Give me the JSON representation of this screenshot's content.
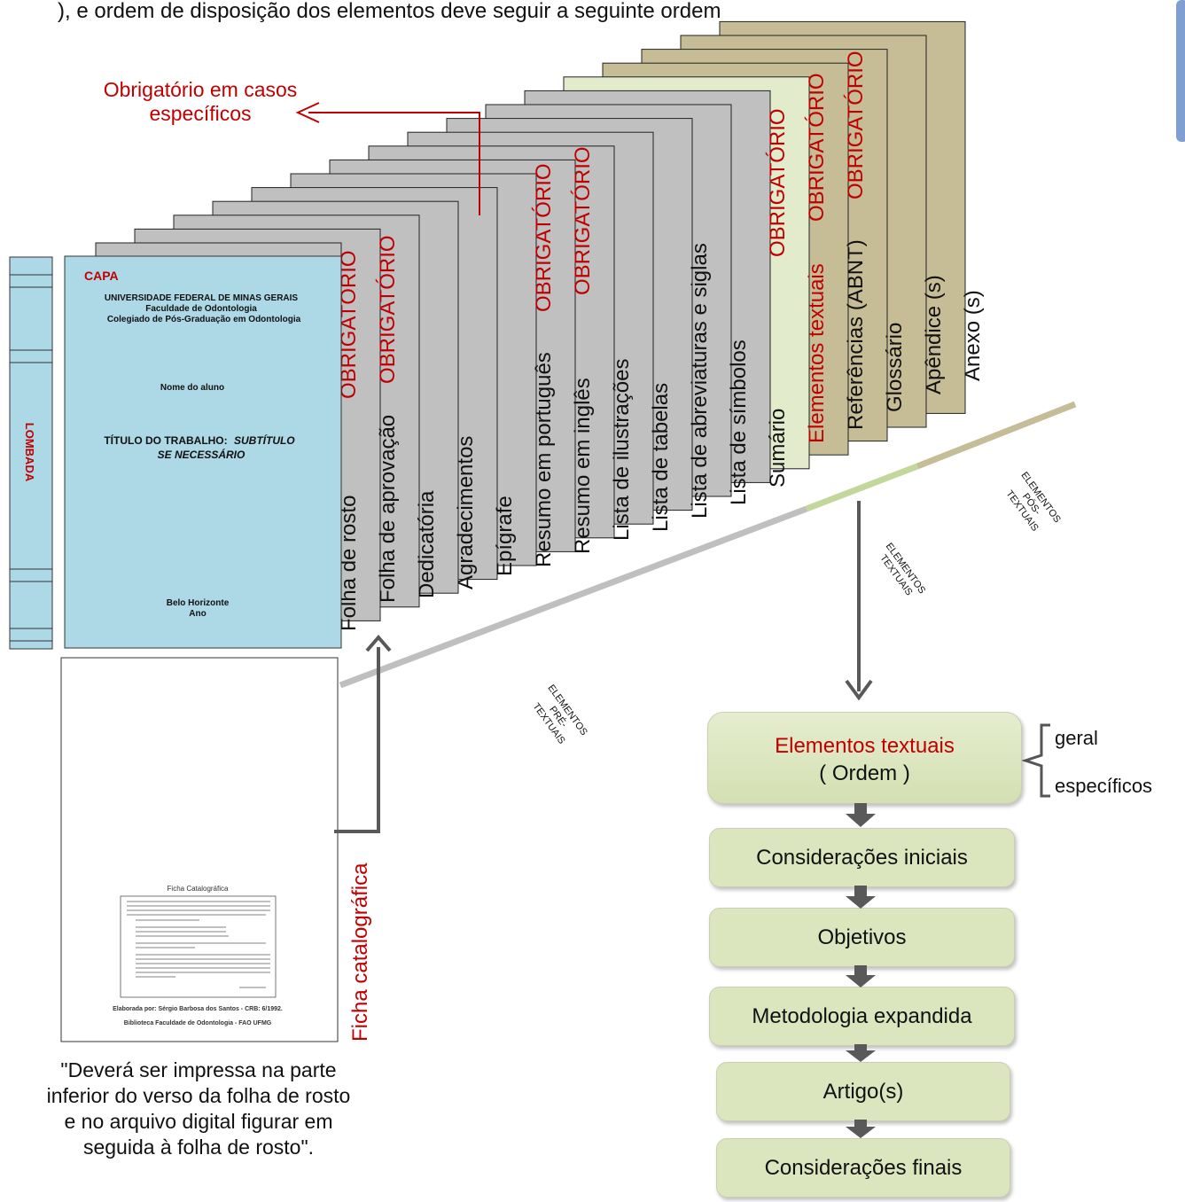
{
  "top_caption_fragment": "), e ordem de disposição dos elementos deve seguir a seguinte ordem",
  "annotation_specific": [
    "Obrigatório em casos",
    "específicos"
  ],
  "obrigatorio": "OBRIGATÓRIO",
  "spine_label": "LOMBADA",
  "cover": {
    "title": "CAPA",
    "university": "UNIVERSIDADE FEDERAL DE MINAS GERAIS",
    "faculty": "Faculdade de Odontologia",
    "program": "Colegiado de  Pós-Graduação em Odontologia",
    "student": "Nome do aluno",
    "work_title": "TÍTULO DO TRABALHO:",
    "subtitle_1": "SUBTÍTULO",
    "subtitle_2": "SE NECESSÁRIO",
    "city": "Belo Horizonte",
    "year": "Ano"
  },
  "pages": [
    {
      "label": "Folha de rosto",
      "obrigatorio": true
    },
    {
      "label": "Folha de aprovação",
      "obrigatorio": true
    },
    {
      "label": "Dedicatória",
      "obrigatorio": false
    },
    {
      "label": "Agradecimentos",
      "obrigatorio": false
    },
    {
      "label": "Epígrafe",
      "obrigatorio": false
    },
    {
      "label": "Resumo em português",
      "obrigatorio": true
    },
    {
      "label": "Resumo em inglês",
      "obrigatorio": true
    },
    {
      "label": "Lista de ilustrações",
      "obrigatorio": false
    },
    {
      "label": "Lista de tabelas",
      "obrigatorio": false
    },
    {
      "label": "Lista de abreviaturas e siglas",
      "obrigatorio": false
    },
    {
      "label": "Lista de símbolos",
      "obrigatorio": false
    },
    {
      "label": "Sumário",
      "obrigatorio": true
    },
    {
      "label": "Elementos textuais",
      "obrigatorio": true
    },
    {
      "label": "Referências (ABNT)",
      "obrigatorio": true
    },
    {
      "label": "Glossário",
      "obrigatorio": false
    },
    {
      "label": "Apêndice (s)",
      "obrigatorio": false
    },
    {
      "label": "Anexo (s)",
      "obrigatorio": false
    }
  ],
  "ficha": {
    "label": "Ficha catalográfica",
    "card_title": "Ficha Catalográfica",
    "elaborada": "Elaborada por: Sérgio Barbosa dos Santos - CRB: 6/1992.",
    "biblioteca": "Biblioteca Faculdade de Odontologia - FAO UFMG",
    "note": [
      "\"Deverá ser impressa na parte",
      "inferior do verso da folha de rosto",
      "e no arquivo digital figurar em",
      "seguida à folha de rosto\"."
    ]
  },
  "section_labels": {
    "pre": [
      "ELEMENTOS",
      "PRÉ-",
      "TEXTUAIS"
    ],
    "textuais": [
      "ELEMENTOS",
      "TEXTUAIS"
    ],
    "pos": [
      "ELEMENTOS",
      "PÓS-",
      "TEXTUAIS"
    ]
  },
  "flow": {
    "title": "Elementos textuais",
    "subtitle": "( Ordem )",
    "steps": [
      "Considerações iniciais",
      "Objetivos",
      "Metodologia expandida",
      "Artigo(s)",
      "Considerações finais"
    ],
    "objetivos_branches": [
      "geral",
      "específicos"
    ]
  },
  "colors": {
    "cover_fill": "#add8e6",
    "gray_page": "#c0c0c0",
    "green_page": "#e2eccd",
    "tan_page": "#c6bc96",
    "red_text": "#c00000",
    "arrow_gray": "#595959",
    "flow_box": "#dbe5be"
  }
}
